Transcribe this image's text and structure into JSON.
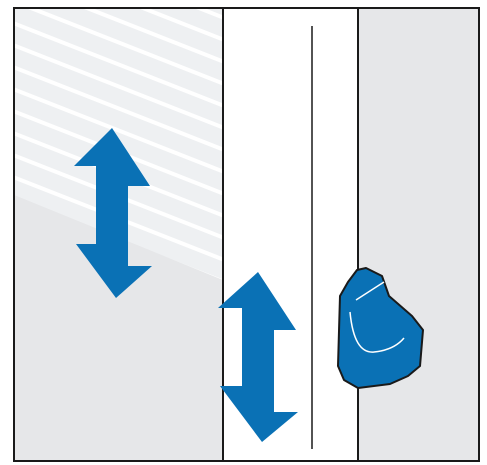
{
  "diagram": {
    "kind": "line-illustration",
    "colors": {
      "outline": "#1a1a1a",
      "panel_gray": "#e6e7e9",
      "hatch_white": "#ffffff",
      "accent_blue": "#0a71b5",
      "accent_blue_shadow": "#06578c",
      "background": "#ffffff"
    },
    "arrows": [
      {
        "name": "left-vertical-arrow",
        "direction": "up-down"
      },
      {
        "name": "center-vertical-arrow",
        "direction": "up-down"
      }
    ],
    "parts": [
      "left-panel",
      "center-panel",
      "right-panel",
      "blue-clip"
    ]
  }
}
